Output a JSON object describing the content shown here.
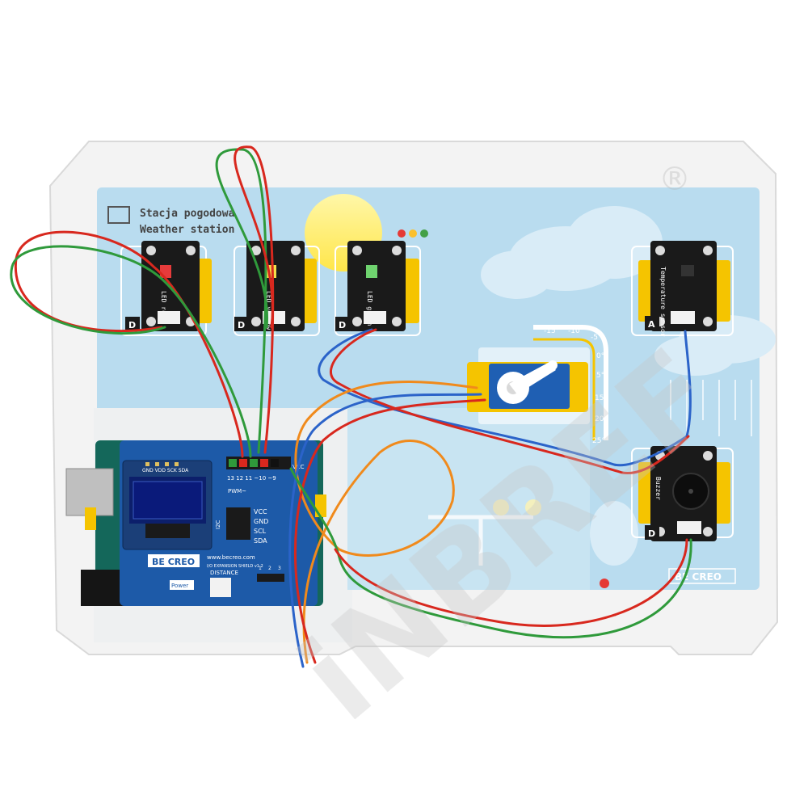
{
  "board": {
    "title_pl": "Stacja pogodowa",
    "title_en": "Weather station",
    "footer_logo": "BE CREO"
  },
  "modules": {
    "led_red": {
      "name": "LED red",
      "port": "D"
    },
    "led_yellow": {
      "name": "LED yellow",
      "port": "D"
    },
    "led_green": {
      "name": "LED green",
      "port": "D"
    },
    "temperature": {
      "name": "Temperature sensor",
      "port": "A"
    },
    "buzzer": {
      "name": "Buzzer",
      "port": "D"
    }
  },
  "thermometer_scale": [
    "-15°",
    "-10°",
    "-5°",
    "0°",
    "5°",
    "15°",
    "20°",
    "25°"
  ],
  "shield": {
    "oled_pins": "GND VDD SCK SDA",
    "i2c_pins": [
      "VCC",
      "GND",
      "SCL",
      "SDA"
    ],
    "i2c_label": "I2C",
    "pin_header": "13 12 11 ~10 ~9",
    "pwm_label": "PWM~",
    "vcc_label": "VCC",
    "brand": "BE CREO",
    "url": "www.becreo.com",
    "model": "I/O EXPANSION SHIELD v1.2",
    "power_label": "Power",
    "distance_label": "DISTANCE",
    "bottom_pins": [
      "1",
      "2",
      "3"
    ]
  },
  "watermark": "iNBREF",
  "watermark_mark": "®",
  "colors": {
    "panel": "#b9dcef",
    "pcb_black": "#1a1a1a",
    "bracket_yellow": "#f5c400",
    "shield_blue": "#1d5aa8",
    "wire_red": "#d8281e",
    "wire_green": "#2f9a3b",
    "wire_blue": "#2b63c9",
    "wire_orange": "#f08a1c"
  }
}
